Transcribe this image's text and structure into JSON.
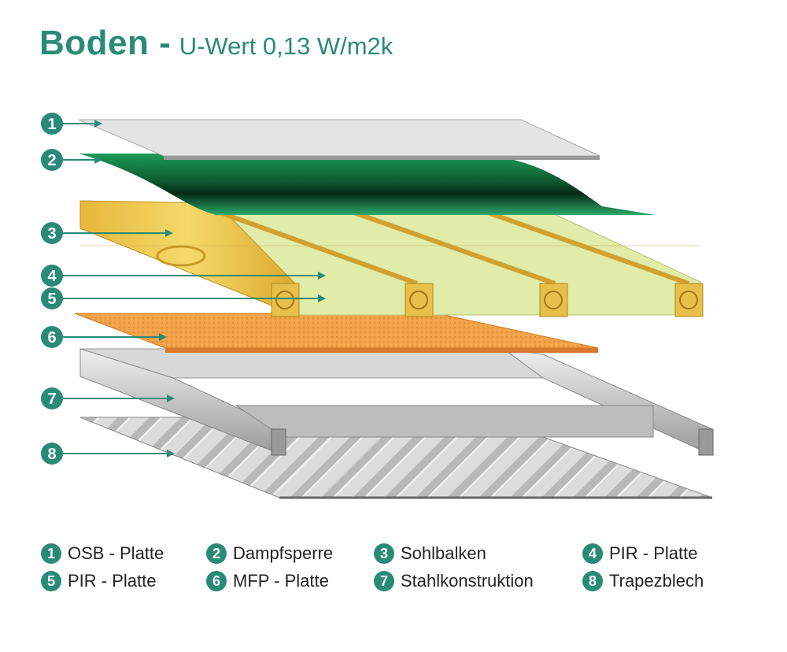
{
  "title": {
    "bold": "Boden -",
    "rest": "U-Wert 0,13 W/m2k"
  },
  "colors": {
    "accent": "#2a8a78"
  },
  "callouts": [
    "1",
    "2",
    "3",
    "4",
    "5",
    "6",
    "7",
    "8"
  ],
  "legend": [
    {
      "num": "1",
      "label": "OSB - Platte"
    },
    {
      "num": "2",
      "label": "Dampfsperre"
    },
    {
      "num": "3",
      "label": "Sohlbalken"
    },
    {
      "num": "4",
      "label": "PIR - Platte"
    },
    {
      "num": "5",
      "label": "PIR - Platte"
    },
    {
      "num": "6",
      "label": "MFP - Platte"
    },
    {
      "num": "7",
      "label": "Stahlkonstruktion"
    },
    {
      "num": "8",
      "label": "Trapezblech"
    }
  ]
}
